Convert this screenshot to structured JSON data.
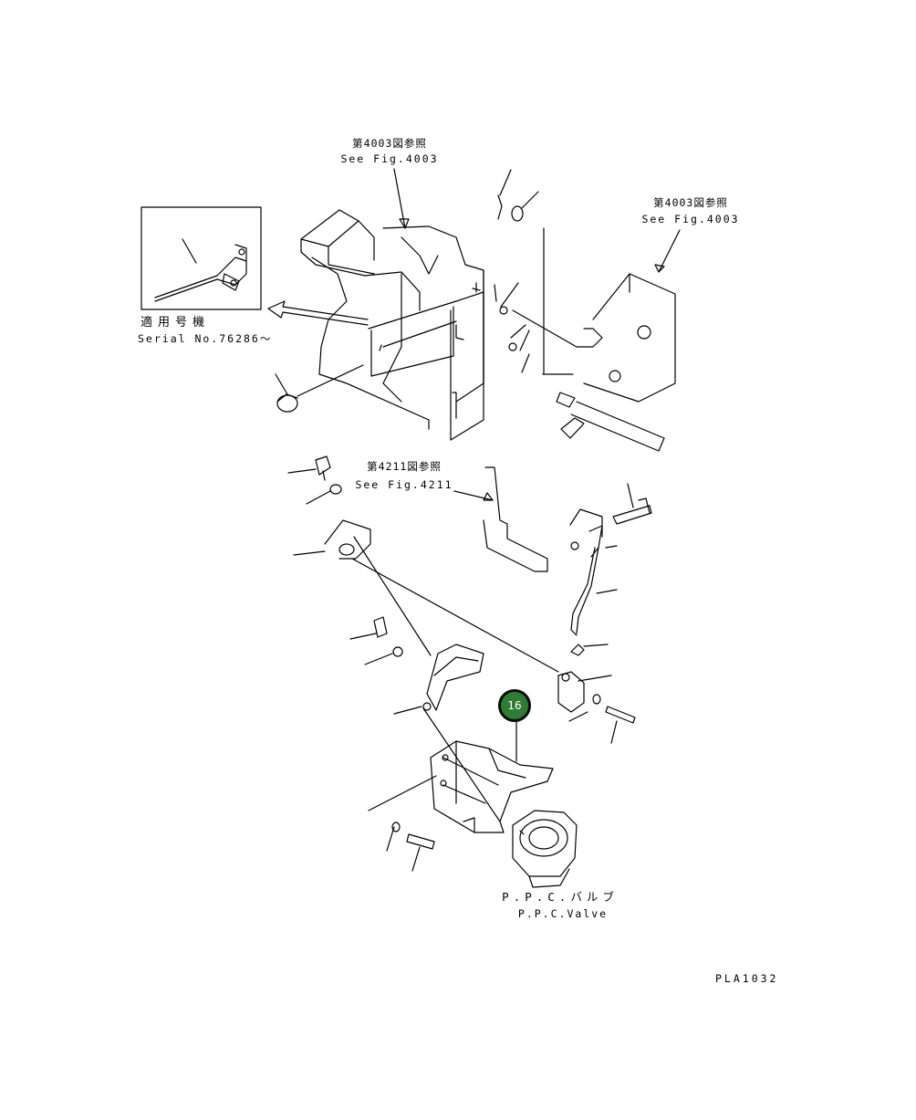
{
  "labels": {
    "ref_top_center_jp": "第4003図参照",
    "ref_top_center_en": "See Fig.4003",
    "ref_top_right_jp": "第4003図参照",
    "ref_top_right_en": "See Fig.4003",
    "applicable_jp": "適用号機",
    "applicable_en": "Serial No.76286〜",
    "ref_mid_jp": "第4211図参照",
    "ref_mid_en": "See Fig.4211",
    "valve_jp": "P.P.C.バルブ",
    "valve_en": "P.P.C.Valve",
    "drawing_code": "PLA1032"
  },
  "callout": {
    "number": "16",
    "fill_color": "#2e7d32",
    "border_color": "#0b0b0b"
  }
}
